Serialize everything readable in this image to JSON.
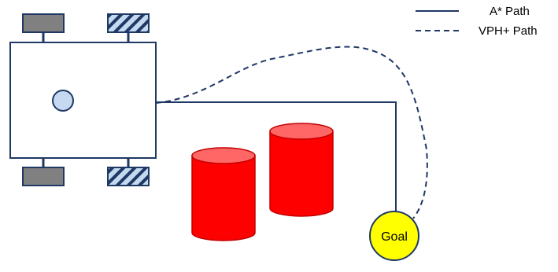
{
  "legend": {
    "entries": [
      {
        "label": "A* Path",
        "style": "solid"
      },
      {
        "label": "VPH+ Path",
        "style": "dashed"
      }
    ]
  },
  "goal": {
    "label": "Goal",
    "color": "#ffff00"
  },
  "colors": {
    "line": "#1f3864",
    "robot_body_fill": "#ffffff",
    "robot_body_stroke": "#1f3864",
    "robot_center_fill": "#c5d9f1",
    "wheel_plain_fill": "#808080",
    "wheel_hatched_fill": "#c5d9f1",
    "obstacle_fill": "#ff0000",
    "obstacle_top_fill": "#ff6666",
    "obstacle_stroke": "#c00000"
  },
  "icons": {
    "robot": "rectangle-with-four-wheels",
    "obstacle": "cylinder",
    "goal": "circle"
  }
}
